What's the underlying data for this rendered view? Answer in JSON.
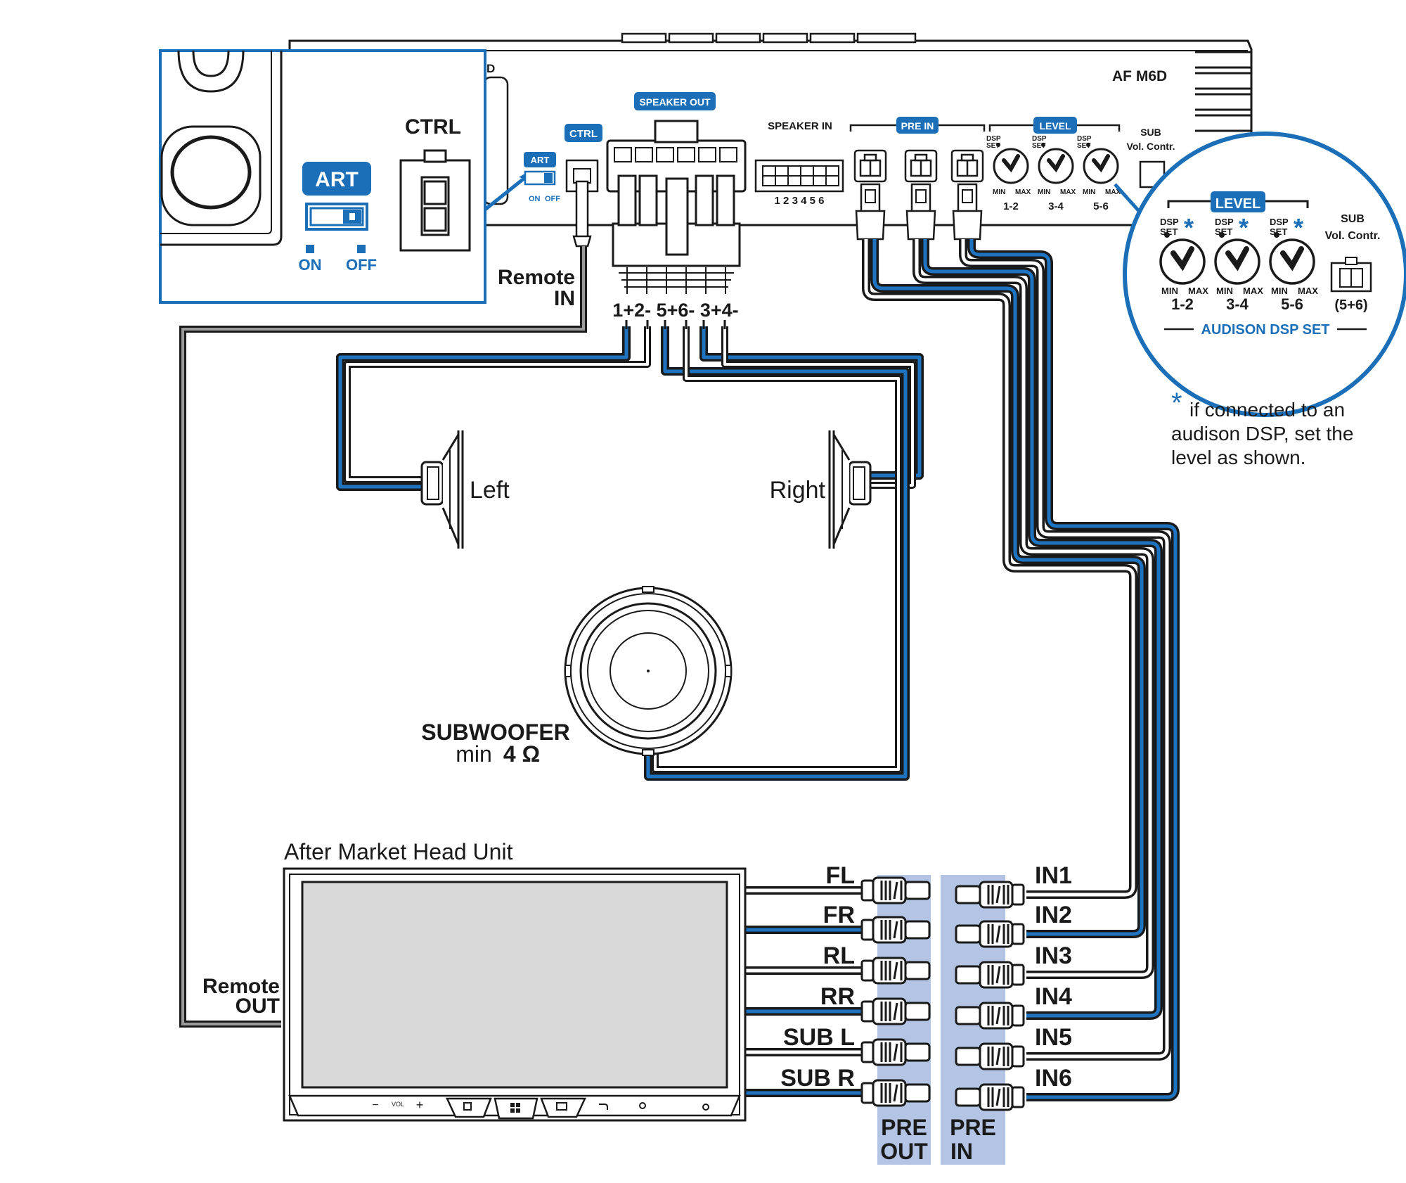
{
  "amplifier": {
    "model": "AF M6D",
    "corner_letter": "D",
    "speaker_out": "SPEAKER OUT",
    "ctrl": "CTRL",
    "art": "ART",
    "art_on": "ON",
    "art_off": "OFF",
    "speaker_in": "SPEAKER IN",
    "speaker_in_pins": "1 2 3 4 5 6",
    "pre_in": "PRE IN",
    "level": "LEVEL",
    "dsp_set_line1": "DSP",
    "dsp_set_line2": "SET",
    "min": "MIN",
    "max": "MAX",
    "knobs": [
      "1-2",
      "3-4",
      "5-6"
    ],
    "sub_line1": "SUB",
    "sub_line2": "Vol. Contr."
  },
  "inset_left": {
    "ctrl": "CTRL",
    "art": "ART",
    "on": "ON",
    "off": "OFF"
  },
  "inset_right": {
    "level": "LEVEL",
    "dsp_set_line1": "DSP",
    "dsp_set_line2": "SET",
    "asterisk": "*",
    "min": "MIN",
    "max": "MAX",
    "knobs": [
      "1-2",
      "3-4",
      "5-6"
    ],
    "sub_line1": "SUB",
    "sub_line2": "Vol. Contr.",
    "sub_channels": "(5+6)",
    "caption": "AUDISON DSP SET"
  },
  "note": {
    "asterisk": "*",
    "line1": "if connected to an",
    "line2": "audison DSP, set the",
    "line3": "level as shown."
  },
  "remote_in": {
    "line1": "Remote",
    "line2": "IN"
  },
  "remote_out": {
    "line1": "Remote",
    "line2": "OUT"
  },
  "speaker_pins": "1+2- 5+6- 3+4-",
  "speakers": {
    "left": "Left",
    "right": "Right",
    "subwoofer": "SUBWOOFER",
    "sub_impedance_prefix": "min",
    "sub_impedance_value": "4 Ω"
  },
  "head_unit": {
    "title": "After Market Head Unit",
    "vol_minus": "−",
    "vol_label": "VOL",
    "vol_plus": "+"
  },
  "pre_out": {
    "channels": [
      "FL",
      "FR",
      "RL",
      "RR",
      "SUB L",
      "SUB R"
    ],
    "label_line1": "PRE",
    "label_line2": "OUT"
  },
  "pre_in": {
    "channels": [
      "IN1",
      "IN2",
      "IN3",
      "IN4",
      "IN5",
      "IN6"
    ],
    "label_line1": "PRE",
    "label_line2": "IN"
  },
  "colors": {
    "wire_blue": "#1f74c2",
    "wire_black": "#1a1a1a",
    "accent_blue": "#1a6fb8",
    "rca_panel": "#b4c4e4",
    "screen": "#d9d9d9"
  }
}
